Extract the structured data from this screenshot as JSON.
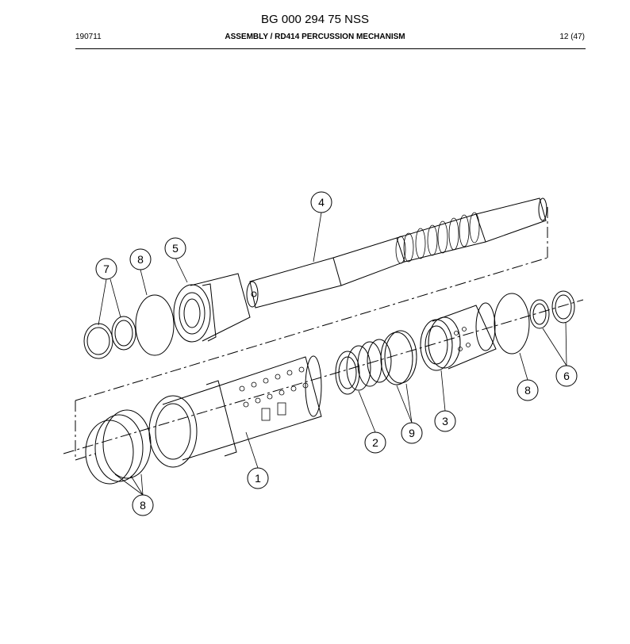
{
  "header": {
    "document_number": "BG 000 294 75 NSS",
    "date_code": "190711",
    "title": "ASSEMBLY / RD414 PERCUSSION MECHANISM",
    "page": "12 (47)"
  },
  "callouts": {
    "c1": "1",
    "c2": "2",
    "c3": "3",
    "c4": "4",
    "c5": "5",
    "c6": "6",
    "c7": "7",
    "c8a": "8",
    "c8b": "8",
    "c8c": "8",
    "c9": "9"
  }
}
